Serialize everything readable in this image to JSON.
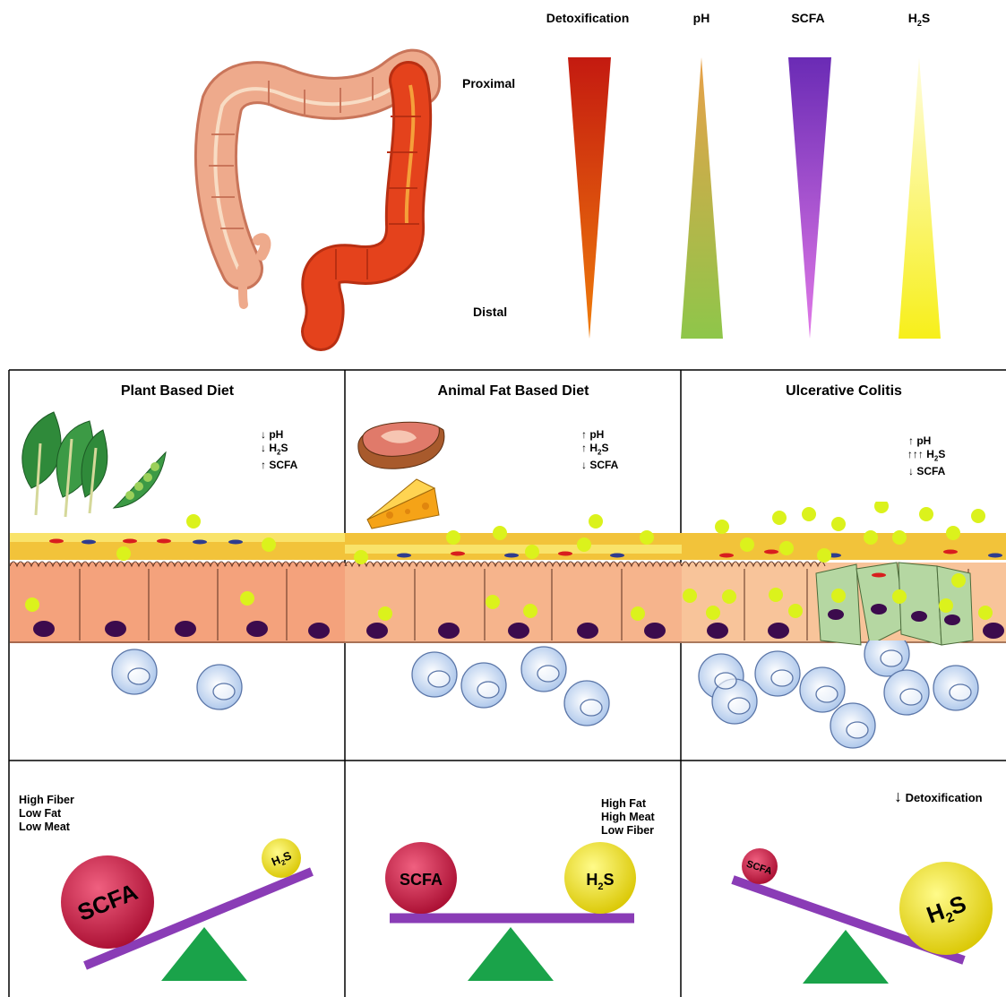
{
  "gradient_headers": [
    {
      "label": "Detoxification"
    },
    {
      "label": "pH"
    },
    {
      "label": "SCFA"
    },
    {
      "label": "H",
      "sub": "2",
      "tail": "S"
    }
  ],
  "axis_labels": {
    "top": "Proximal",
    "bottom": "Distal"
  },
  "panels": [
    {
      "title": "Plant Based Diet",
      "effects": [
        {
          "arrow": "↓",
          "text": "pH"
        },
        {
          "arrow": "↓",
          "text": "H",
          "sub": "2",
          "tail": "S"
        },
        {
          "arrow": "↑",
          "text": "SCFA"
        }
      ],
      "diet": [
        "High Fiber",
        "Low Fat",
        "Low Meat"
      ],
      "balance": {
        "left": "SCFA",
        "right_main": "H",
        "right_sub": "2",
        "right_tail": "S"
      }
    },
    {
      "title": "Animal Fat Based Diet",
      "effects": [
        {
          "arrow": "↑",
          "text": "pH"
        },
        {
          "arrow": "↑",
          "text": "H",
          "sub": "2",
          "tail": "S"
        },
        {
          "arrow": "↓",
          "text": "SCFA"
        }
      ],
      "diet": [
        "High Fat",
        "High Meat",
        "Low Fiber"
      ],
      "balance": {
        "left": "SCFA",
        "right_main": "H",
        "right_sub": "2",
        "right_tail": "S"
      }
    },
    {
      "title": "Ulcerative Colitis",
      "effects": [
        {
          "arrow": "↑",
          "text": "pH"
        },
        {
          "arrow": "↑↑↑",
          "text": "H",
          "sub": "2",
          "tail": "S"
        },
        {
          "arrow": "↓",
          "text": "SCFA"
        }
      ],
      "detox_arrow": "↓",
      "detox_label": "Detoxification",
      "balance": {
        "left": "SCFA",
        "right_main": "H",
        "right_sub": "2",
        "right_tail": "S"
      }
    }
  ],
  "colors": {
    "detox_top": "#c41a10",
    "detox_bottom": "#f07d0a",
    "ph_top": "#e8a14a",
    "ph_bottom": "#8ec64a",
    "scfa_top": "#6a2bb5",
    "scfa_bottom": "#e27ae8",
    "h2s_top": "#fffde0",
    "h2s_bottom": "#f7ef1a",
    "colon_proximal": "#eeaa8c",
    "colon_distal": "#e4421c",
    "mucus": "#f2c33a",
    "epithelium": "#f4a27c",
    "nucleus": "#3c0b4d",
    "immune_cell": "#a9c4ea",
    "bacteria": "#dbf21c",
    "scfa_ball": "#c8143c",
    "h2s_ball": "#f1e20c",
    "fulcrum": "#1aa34a",
    "beam": "#8a3cb6",
    "inflamed_cell": "#b5d7a2"
  }
}
